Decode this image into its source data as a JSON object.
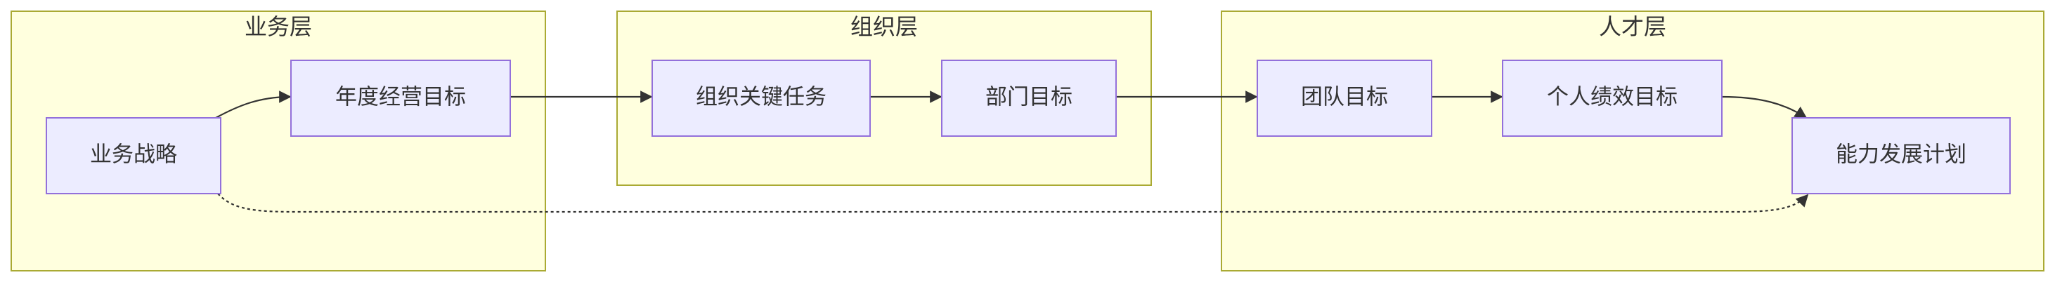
{
  "diagram": {
    "clusters": {
      "business": {
        "label": "业务层"
      },
      "organization": {
        "label": "组织层"
      },
      "talent": {
        "label": "人才层"
      }
    },
    "nodes": {
      "business_strategy": {
        "label": "业务战略"
      },
      "annual_goals": {
        "label": "年度经营目标"
      },
      "org_key_tasks": {
        "label": "组织关键任务"
      },
      "dept_goals": {
        "label": "部门目标"
      },
      "team_goals": {
        "label": "团队目标"
      },
      "individual_goals": {
        "label": "个人绩效目标"
      },
      "capability_plan": {
        "label": "能力发展计划"
      }
    },
    "colors": {
      "cluster_fill": "#ffffde",
      "cluster_stroke": "#aaaa33",
      "node_fill": "#ececff",
      "node_stroke": "#9370db",
      "edge": "#333333",
      "text": "#333333"
    }
  }
}
